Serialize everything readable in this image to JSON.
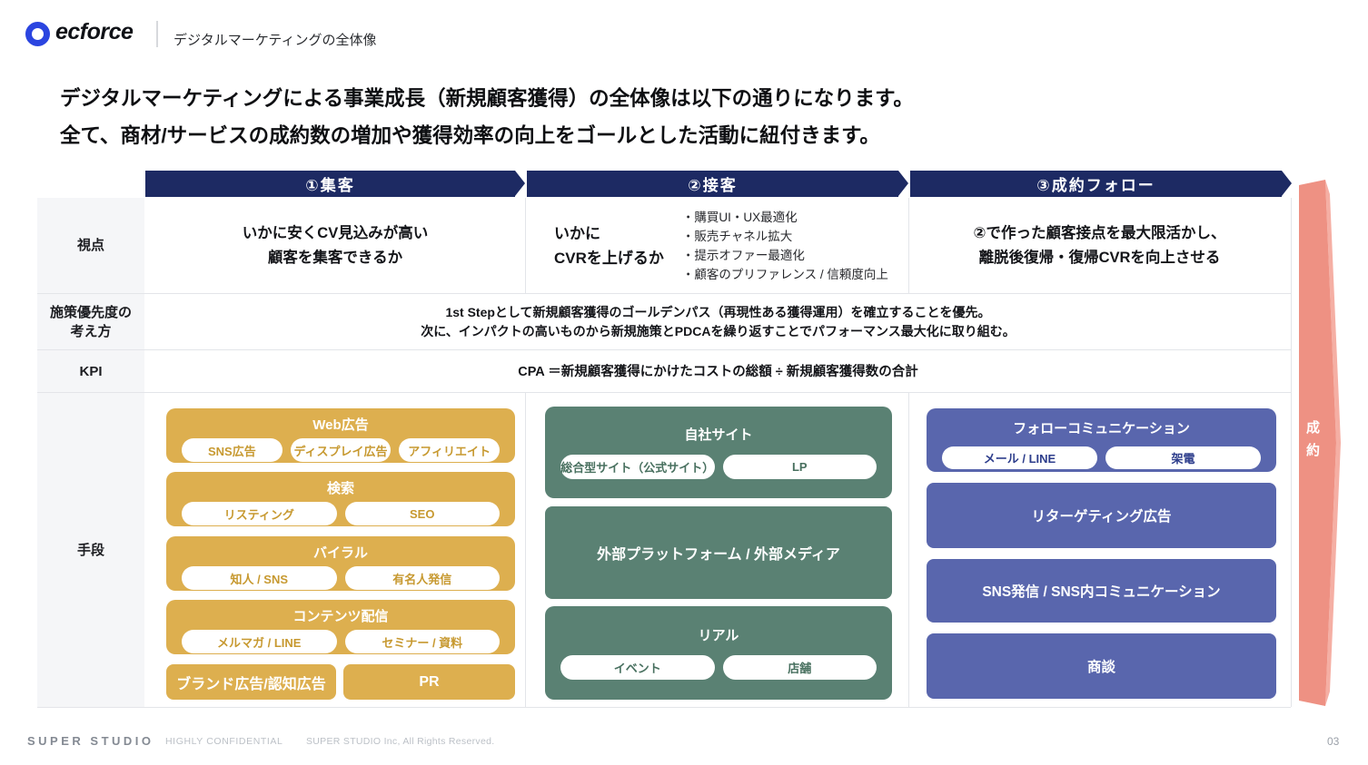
{
  "header": {
    "logo_text": "ecforce",
    "doc_title": "デジタルマーケティングの全体像"
  },
  "intro": {
    "line1": "デジタルマーケティングによる事業成長（新規顧客獲得）の全体像は以下の通りになります。",
    "line2": "全て、商材/サービスの成約数の増加や獲得効率の向上をゴールとした活動に紐付きます。"
  },
  "banners": {
    "col1": "①集客",
    "col2": "②接客",
    "col3": "③成約フォロー"
  },
  "row_labels": {
    "viewpoint": "視点",
    "priority": "施策優先度の\n考え方",
    "kpi": "KPI",
    "means": "手段"
  },
  "viewpoint": {
    "col1": "いかに安くCV見込みが高い\n顧客を集客できるか",
    "col2_lead": "いかに\nCVRを上げるか",
    "col2_bullets": [
      "・購買UI・UX最適化",
      "・販売チャネル拡大",
      "・提示オファー最適化",
      "・顧客のプリファレンス / 信頼度向上"
    ],
    "col3": "②で作った顧客接点を最大限活かし、\n離脱後復帰・復帰CVRを向上させる"
  },
  "priority": {
    "text": "1st Stepとして新規顧客獲得のゴールデンパス（再現性ある獲得運用）を確立することを優先。\n次に、インパクトの高いものから新規施策とPDCAを繰り返すことでパフォーマンス最大化に取り組む。"
  },
  "kpi": {
    "formula": "CPA ＝新規顧客獲得にかけたコストの総額 ÷ 新規顧客獲得数の合計"
  },
  "means": {
    "col1": {
      "web_ads": {
        "title": "Web広告",
        "items": [
          "SNS広告",
          "ディスプレイ広告",
          "アフィリエイト"
        ]
      },
      "search": {
        "title": "検索",
        "items": [
          "リスティング",
          "SEO"
        ]
      },
      "viral": {
        "title": "バイラル",
        "items": [
          "知人 / SNS",
          "有名人発信"
        ]
      },
      "content": {
        "title": "コンテンツ配信",
        "items": [
          "メルマガ / LINE",
          "セミナー / 資料"
        ]
      },
      "brand_ads": "ブランド広告/認知広告",
      "pr": "PR"
    },
    "col2": {
      "own_site": {
        "title": "自社サイト",
        "items": [
          "総合型サイト（公式サイト）",
          "LP"
        ]
      },
      "external": "外部プラットフォーム / 外部メディア",
      "real": {
        "title": "リアル",
        "items": [
          "イベント",
          "店舗"
        ]
      }
    },
    "col3": {
      "follow_comm": {
        "title": "フォローコミュニケーション",
        "items": [
          "メール / LINE",
          "架電"
        ]
      },
      "retargeting": "リターゲティング広告",
      "sns": "SNS発信 / SNS内コミュニケーション",
      "negotiation": "商談"
    }
  },
  "conversion_bar": {
    "label": "成約"
  },
  "footer": {
    "brand": "SUPER STUDIO",
    "confidential": "HIGHLY CONFIDENTIAL",
    "rights": "SUPER STUDIO Inc, All Rights Reserved.",
    "page_number": "03"
  },
  "colors": {
    "navy": "#1D2A63",
    "yellow": "#DDAF4F",
    "green": "#5A8173",
    "indigo": "#5966AD",
    "salmon": "#EE9183",
    "logo_blue": "#2B45E0",
    "label_bg": "#F5F6F8",
    "grid_line": "#E3E5E9"
  }
}
